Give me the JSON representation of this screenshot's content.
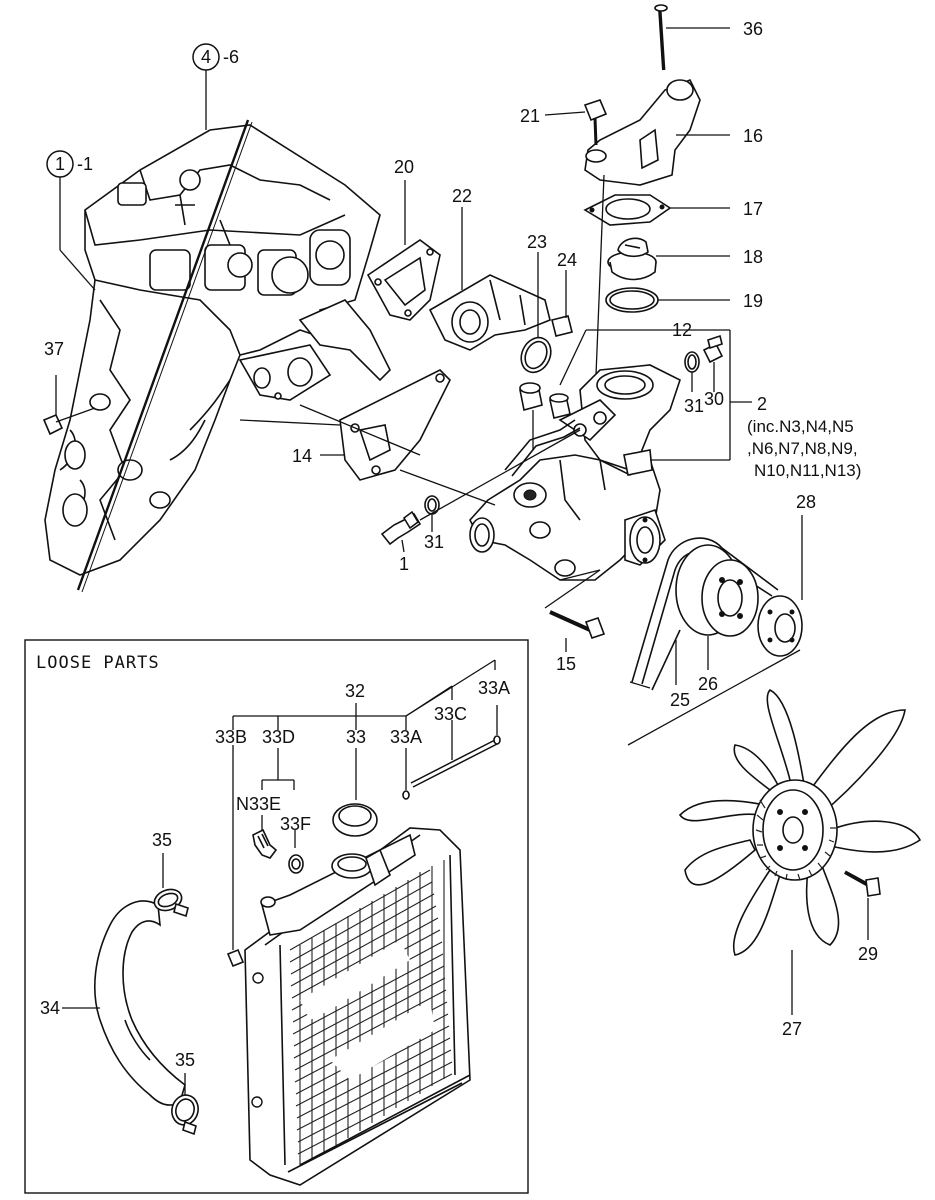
{
  "labels": {
    "l1": "1",
    "l2": "2",
    "l12": "12",
    "l14": "14",
    "l15": "15",
    "l16": "16",
    "l17": "17",
    "l18": "18",
    "l19": "19",
    "l20": "20",
    "l21": "21",
    "l22": "22",
    "l23": "23",
    "l24": "24",
    "l25": "25",
    "l26": "26",
    "l27": "27",
    "l28": "28",
    "l29": "29",
    "l30": "30",
    "l31a": "31",
    "l31b": "31",
    "l32": "32",
    "l33": "33",
    "l33a1": "33A",
    "l33a2": "33A",
    "l33b": "33B",
    "l33c": "33C",
    "l33d": "33D",
    "ln33e": "N33E",
    "l33f": "33F",
    "l34": "34",
    "l35a": "35",
    "l35b": "35",
    "l36": "36",
    "l37": "37",
    "ref1_num": "1",
    "ref1_suffix": "-1",
    "ref4_num": "4",
    "ref4_suffix": "-6"
  },
  "note": {
    "line1": "(inc.N3,N4,N5",
    "line2": ",N6,N7,N8,N9,",
    "line3": "N10,N11,N13)"
  },
  "loose_parts_title": "LOOSE PARTS"
}
